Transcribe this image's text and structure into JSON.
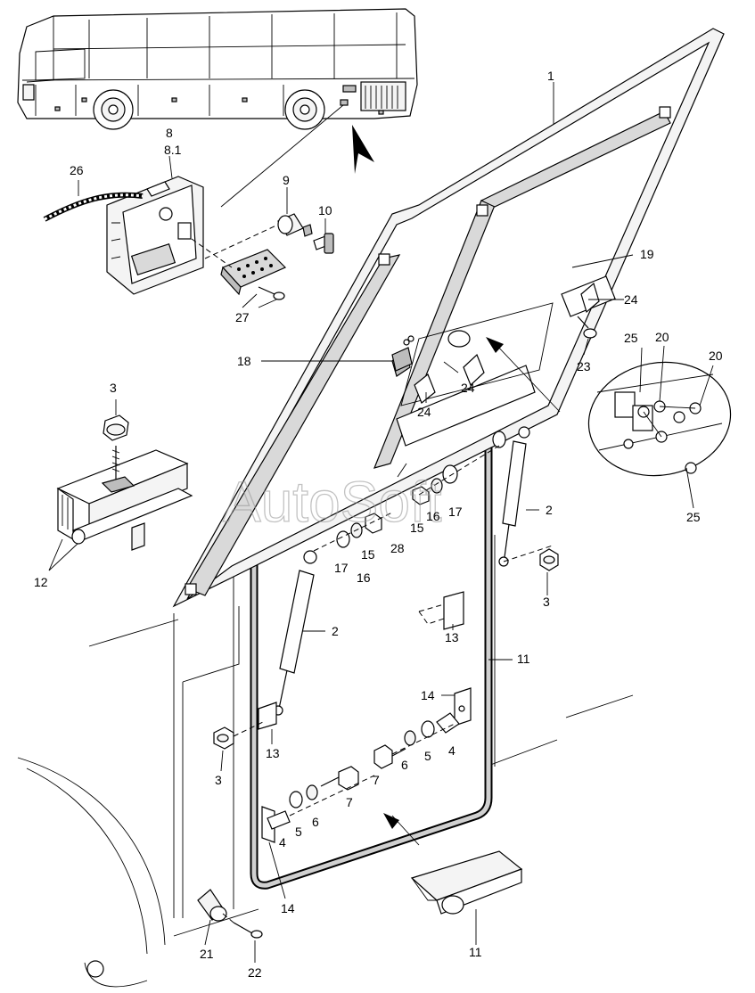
{
  "watermark": "AutoSoft",
  "callouts": [
    {
      "id": "c1",
      "text": "1"
    },
    {
      "id": "c2a",
      "text": "2"
    },
    {
      "id": "c2b",
      "text": "2"
    },
    {
      "id": "c3a",
      "text": "3"
    },
    {
      "id": "c3b",
      "text": "3"
    },
    {
      "id": "c3c",
      "text": "3"
    },
    {
      "id": "c4a",
      "text": "4"
    },
    {
      "id": "c4b",
      "text": "4"
    },
    {
      "id": "c5a",
      "text": "5"
    },
    {
      "id": "c5b",
      "text": "5"
    },
    {
      "id": "c6a",
      "text": "6"
    },
    {
      "id": "c6b",
      "text": "6"
    },
    {
      "id": "c7a",
      "text": "7"
    },
    {
      "id": "c7b",
      "text": "7"
    },
    {
      "id": "c8",
      "text": "8"
    },
    {
      "id": "c81",
      "text": "8.1"
    },
    {
      "id": "c9",
      "text": "9"
    },
    {
      "id": "c10",
      "text": "10"
    },
    {
      "id": "c11a",
      "text": "11"
    },
    {
      "id": "c11b",
      "text": "11"
    },
    {
      "id": "c12",
      "text": "12"
    },
    {
      "id": "c13a",
      "text": "13"
    },
    {
      "id": "c13b",
      "text": "13"
    },
    {
      "id": "c14a",
      "text": "14"
    },
    {
      "id": "c14b",
      "text": "14"
    },
    {
      "id": "c15a",
      "text": "15"
    },
    {
      "id": "c15b",
      "text": "15"
    },
    {
      "id": "c16a",
      "text": "16"
    },
    {
      "id": "c16b",
      "text": "16"
    },
    {
      "id": "c17a",
      "text": "17"
    },
    {
      "id": "c17b",
      "text": "17"
    },
    {
      "id": "c18",
      "text": "18"
    },
    {
      "id": "c19",
      "text": "19"
    },
    {
      "id": "c20a",
      "text": "20"
    },
    {
      "id": "c20b",
      "text": "20"
    },
    {
      "id": "c21",
      "text": "21"
    },
    {
      "id": "c22",
      "text": "22"
    },
    {
      "id": "c23",
      "text": "23"
    },
    {
      "id": "c24a",
      "text": "24"
    },
    {
      "id": "c24b",
      "text": "24"
    },
    {
      "id": "c24c",
      "text": "24"
    },
    {
      "id": "c25a",
      "text": "25"
    },
    {
      "id": "c25b",
      "text": "25"
    },
    {
      "id": "c26",
      "text": "26"
    },
    {
      "id": "c27",
      "text": "27"
    },
    {
      "id": "c28",
      "text": "28"
    }
  ]
}
